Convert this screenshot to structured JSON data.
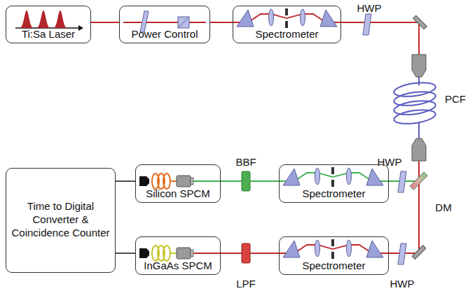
{
  "diagram": {
    "nodes": [
      {
        "text": [
          "Ti:Sa Laser"
        ]
      },
      {
        "text": [
          "Power Control"
        ]
      },
      {
        "text": [
          "Spectrometer"
        ]
      },
      {
        "text": [
          "Time to Digital Converter & Coincidence Counter"
        ]
      },
      {
        "text": [
          "Silicon SPCM"
        ]
      },
      {
        "text": [
          "Spectrometer"
        ]
      },
      {
        "text": [
          "InGaAs SPCM"
        ]
      },
      {
        "text": [
          "Spectrometer"
        ]
      }
    ],
    "edges": [
      {
        "from": 0,
        "to": 1,
        "arrow": "none"
      },
      {
        "from": 1,
        "to": 2,
        "arrow": "none"
      },
      {
        "from": 2,
        "to": 5,
        "arrow": "none"
      },
      {
        "from": 2,
        "to": 7,
        "arrow": "none"
      },
      {
        "from": 5,
        "to": 4,
        "arrow": "none"
      },
      {
        "from": 7,
        "to": 6,
        "arrow": "none"
      },
      {
        "from": 4,
        "to": 3,
        "arrow": "none"
      },
      {
        "from": 6,
        "to": 3,
        "arrow": "none"
      }
    ],
    "labels": [
      "HWP",
      "PCF",
      "HWP",
      "DM",
      "BBF",
      "LPF",
      "HWP"
    ]
  }
}
